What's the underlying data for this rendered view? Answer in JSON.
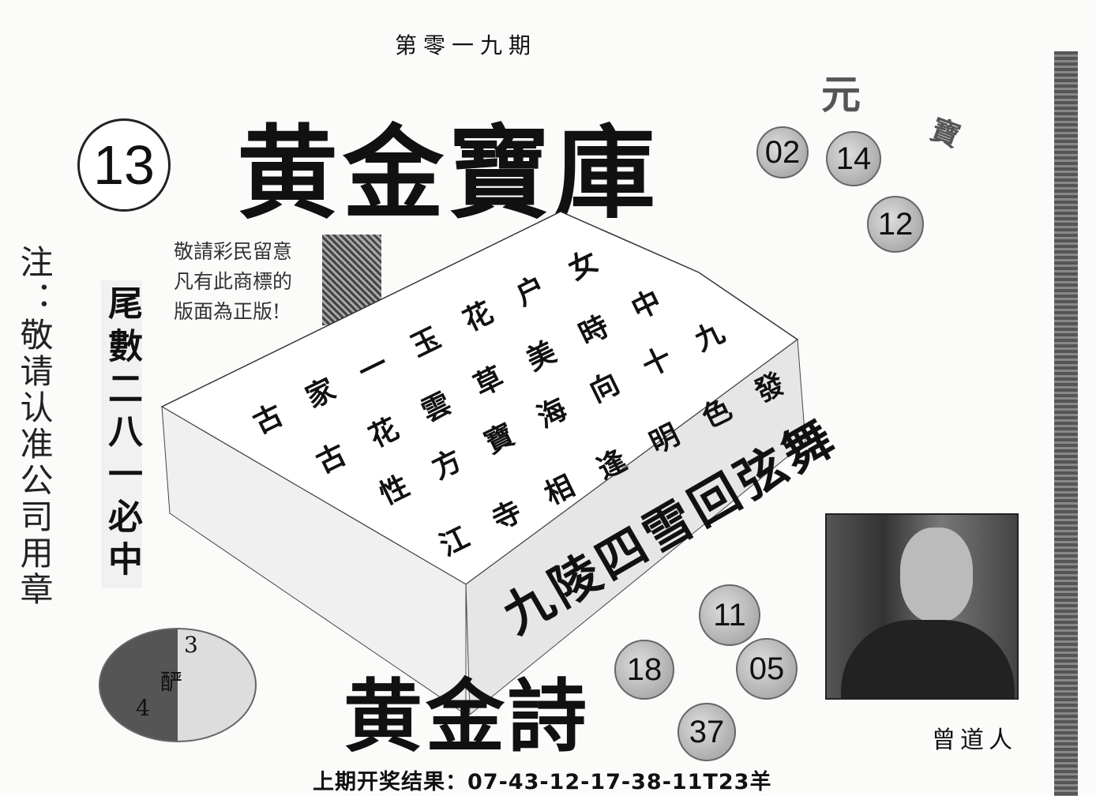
{
  "header": {
    "issue": "第零一九期"
  },
  "title": "黄金寶庫",
  "subtitle": "黄金詩",
  "left_number": "13",
  "top_right": {
    "label_yuan": "元",
    "label_bao": "寶",
    "numbers": [
      "02",
      "14",
      "12"
    ]
  },
  "bottom_numbers": [
    "11",
    "05",
    "18",
    "37"
  ],
  "note": "注：敬请认准公司用章",
  "tail_hint": "尾數二八一必中",
  "notice": [
    "敬請彩民留意",
    "凡有此商標的",
    "版面為正版!"
  ],
  "poem_rows": [
    "古家一玉花户女",
    "古花雲草美時中",
    "性方寶海向十九",
    "江寺相逢明色發"
  ],
  "banner": "九陵四雪回弦舞",
  "yinyang": {
    "top": "3",
    "middle": "酽",
    "bottom": "4"
  },
  "portrait_caption": "曾道人",
  "last_result": "上期开奖结果：07-43-12-17-38-11T23羊"
}
